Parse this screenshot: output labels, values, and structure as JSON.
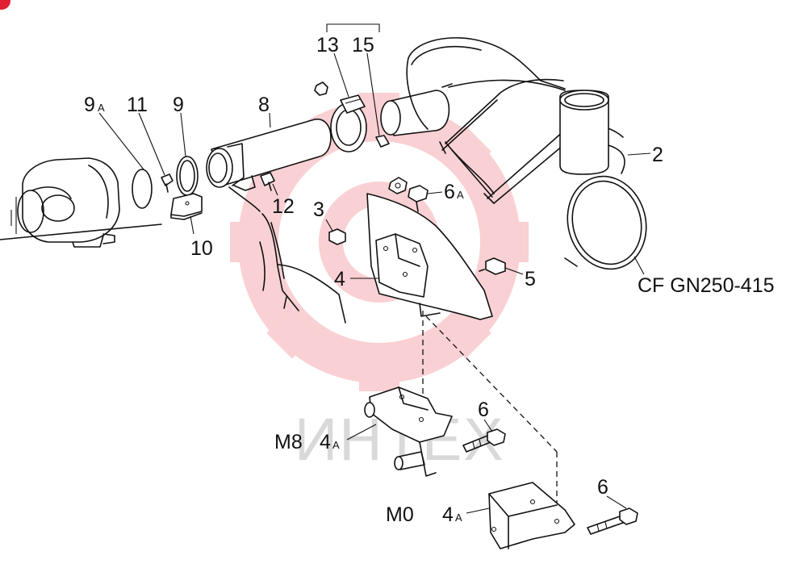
{
  "watermark": {
    "text": "ИНТЕХ",
    "color": "#e8303a"
  },
  "badge": {
    "color": "#e02030"
  },
  "labels": {
    "p2": "2",
    "p3": "3",
    "p4": "4",
    "p4a_m8": "4",
    "p4a_m0": "4",
    "p5": "5",
    "p6a": "6",
    "p6_m8": "6",
    "p6_m0": "6",
    "p8": "8",
    "p9": "9",
    "p9a": "9",
    "p10": "10",
    "p11": "11",
    "p12": "12",
    "p13": "13",
    "p15": "15",
    "suffix_a": "A",
    "m8": "M8",
    "m0": "M0",
    "reference": "CF GN250-415"
  }
}
